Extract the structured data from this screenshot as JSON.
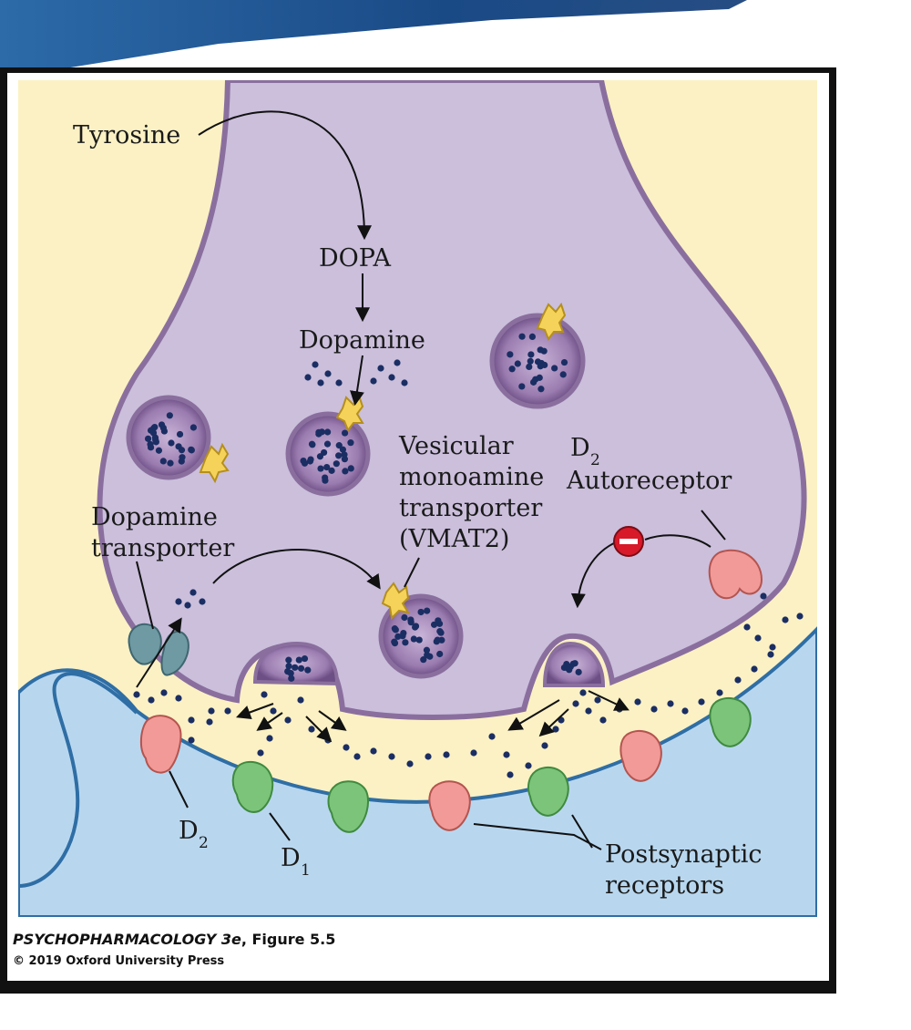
{
  "labels": {
    "tyrosine": "Tyrosine",
    "dopa": "DOPA",
    "dopamine": "Dopamine",
    "vesicular": [
      "Vesicular",
      "monoamine",
      "transporter",
      "(VMAT2)"
    ],
    "d2_auto_main": "D",
    "d2_auto_sub": "2",
    "autoreceptor": "Autoreceptor",
    "dat": [
      "Dopamine",
      "transporter"
    ],
    "d2_main": "D",
    "d2_sub": "2",
    "d1_main": "D",
    "d1_sub": "1",
    "postsynaptic": [
      "Postsynaptic",
      "receptors"
    ],
    "inhibit_sign": "–"
  },
  "caption": {
    "title": "PSYCHOPHARMACOLOGY 3e",
    "figure": ", Figure 5.5",
    "copyright": "© 2019 Oxford University Press"
  },
  "colors": {
    "cytoplasm": "#cbbfdc",
    "membrane": "#8a6f9e",
    "cleft": "#fbf1c4",
    "postsynaptic": "#b8d7ef",
    "vesicle_inner": "#8c6aa0",
    "dopamine_dot": "#1b2e63",
    "d1_receptor": "#7cc47a",
    "d2_receptor": "#f29a98",
    "vmat": "#f5d35a",
    "dat": "#6f9aa3",
    "inhibit": "#d7192a",
    "banner": "#1e4f8a"
  }
}
